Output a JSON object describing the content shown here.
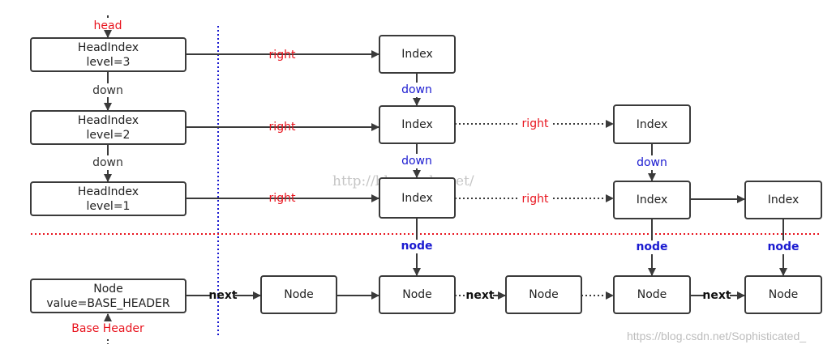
{
  "labels": {
    "head": "head",
    "base_header": "Base Header",
    "right": "right",
    "down": "down",
    "node": "node",
    "next": "next"
  },
  "head_indexes": [
    {
      "title": "HeadIndex",
      "level": "level=3"
    },
    {
      "title": "HeadIndex",
      "level": "level=2"
    },
    {
      "title": "HeadIndex",
      "level": "level=1"
    }
  ],
  "index_label": "Index",
  "base_node": {
    "title": "Node",
    "value": "value=BASE_HEADER"
  },
  "node_label": "Node",
  "watermark": "http://blog.csdn.net/",
  "footer_watermark": "https://blog.csdn.net/Sophisticated_",
  "colors": {
    "red": "#e8141e",
    "blue": "#1a1ad0",
    "dark": "#3a3a3a"
  }
}
